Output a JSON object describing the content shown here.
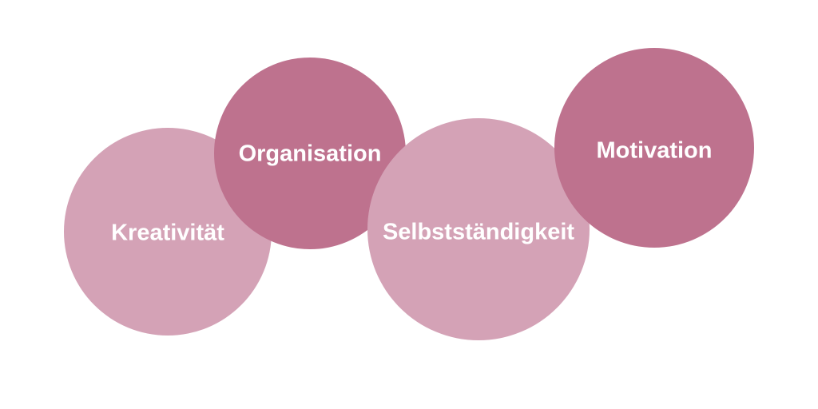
{
  "diagram": {
    "colors": {
      "light": "#d4a2b6",
      "dark": "#be728e",
      "text": "#ffffff"
    },
    "nodes": [
      {
        "id": "kreativitaet",
        "label": "Kreativität",
        "shade": "light"
      },
      {
        "id": "organisation",
        "label": "Organisation",
        "shade": "dark"
      },
      {
        "id": "selbststaendigkeit",
        "label": "Selbstständigkeit",
        "shade": "light"
      },
      {
        "id": "motivation",
        "label": "Motivation",
        "shade": "dark"
      }
    ]
  }
}
